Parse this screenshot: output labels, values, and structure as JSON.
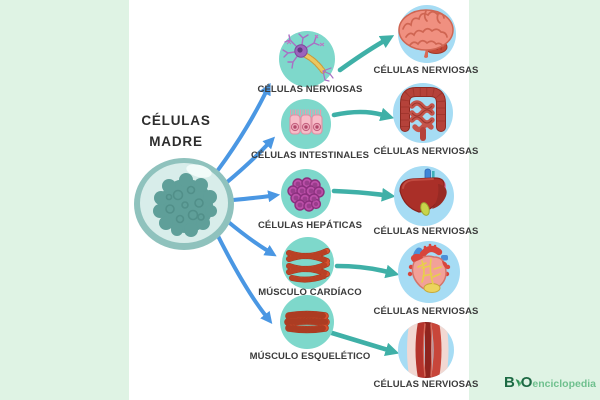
{
  "page": {
    "background_color": "#dff3e4",
    "panel_color": "#ffffff",
    "type": "stem-cell-differentiation-diagram"
  },
  "stem_cell": {
    "label_line1": "CÉLULAS",
    "label_line2": "MADRE",
    "icon": "stem-cell-illustration"
  },
  "rows": [
    {
      "cell_label": "CÉLULAS NERVIOSAS",
      "organ_label": "CÉLULAS NERVIOSAS",
      "cell_icon": "neuron-cell-illustration",
      "organ_icon": "brain-illustration"
    },
    {
      "cell_label": "CÉLULAS INTESTINALES",
      "organ_label": "CÉLULAS NERVIOSAS",
      "cell_icon": "intestinal-cells-illustration",
      "organ_icon": "intestine-illustration"
    },
    {
      "cell_label": "CÉLULAS HEPÁTICAS",
      "organ_label": "CÉLULAS NERVIOSAS",
      "cell_icon": "hepatic-cells-illustration",
      "organ_icon": "liver-illustration"
    },
    {
      "cell_label": "MÚSCULO CARDÍACO",
      "organ_label": "CÉLULAS NERVIOSAS",
      "cell_icon": "cardiac-muscle-illustration",
      "organ_icon": "heart-illustration"
    },
    {
      "cell_label": "MÚSCULO ESQUELÉTICO",
      "organ_label": "CÉLULAS NERVIOSAS",
      "cell_icon": "skeletal-muscle-illustration",
      "organ_icon": "muscle-tissue-illustration"
    }
  ],
  "colors": {
    "cell_circle": "#7ed8cb",
    "organ_circle": "#a6dcf4",
    "arrow_blue": "#4a97e3",
    "arrow_teal": "#3fb0a7",
    "label_text": "#3b3b3b"
  },
  "logo": {
    "b": "B",
    "o": "O",
    "text": "enciclopedia"
  }
}
